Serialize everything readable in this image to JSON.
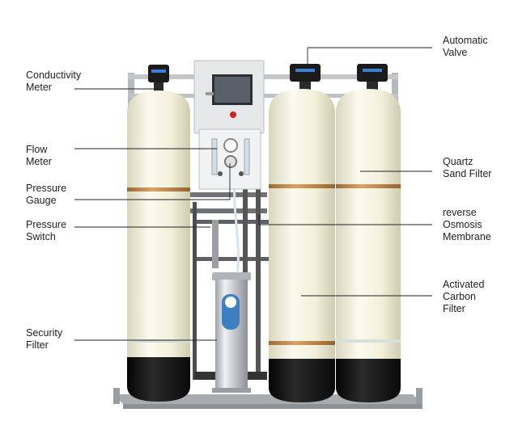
{
  "colors": {
    "tank_body": "#f4f2dd",
    "tank_base": "#151515",
    "copper_band": "#c08a4e",
    "steel": "#c9ccd0",
    "cabinet": "#e9eaec",
    "leader_line": "#222222"
  },
  "labels": {
    "left": [
      {
        "id": "conductivity-meter",
        "lines": [
          "Conductivity",
          "Meter"
        ]
      },
      {
        "id": "flow-meter",
        "lines": [
          "Flow",
          "Meter"
        ]
      },
      {
        "id": "pressure-gauge",
        "lines": [
          "Pressure",
          "Gauge"
        ]
      },
      {
        "id": "pressure-switch",
        "lines": [
          "Pressure",
          "Switch"
        ]
      },
      {
        "id": "security-filter",
        "lines": [
          "Security",
          "Filter"
        ]
      }
    ],
    "right": [
      {
        "id": "automatic-valve",
        "lines": [
          "Automatic",
          "Valve"
        ]
      },
      {
        "id": "quartz-sand-filter",
        "lines": [
          "Quartz",
          "Sand Filter"
        ]
      },
      {
        "id": "reverse-osmosis-membrane",
        "lines": [
          "reverse",
          "Osmosis",
          "Membrane"
        ]
      },
      {
        "id": "activated-carbon-filter",
        "lines": [
          "Activated",
          "Carbon",
          "Filter"
        ]
      }
    ]
  }
}
